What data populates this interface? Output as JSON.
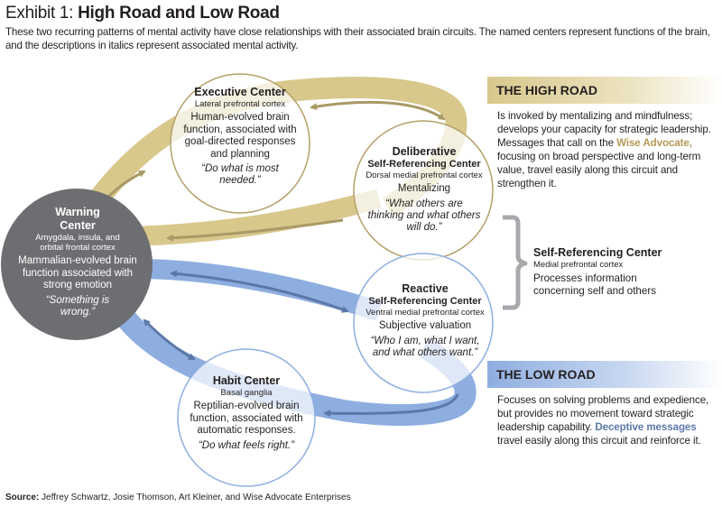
{
  "header": {
    "exhibit_label": "Exhibit 1: ",
    "title": "High Road and Low Road",
    "subtitle": "These two recurring patterns of mental activity have close relationships with their associated brain circuits. The named centers represent functions of the brain, and the descriptions in italics represent associated mental activity."
  },
  "colors": {
    "high_road": "#d8c88c",
    "high_road_arrow": "#a99a66",
    "low_road": "#8eaee0",
    "low_road_arrow": "#5c78a8",
    "warning_fill": "#6d6e71",
    "gold_ring": "#b5a06a",
    "blue_ring": "#8eaee0",
    "bracket": "#a7a9ac"
  },
  "nodes": {
    "executive": {
      "name": "Executive Center",
      "sub": "Lateral prefrontal cortex",
      "desc": "Human-evolved brain function, associated with goal-directed responses and planning",
      "quote": "“Do what is most needed.”"
    },
    "deliberative": {
      "name": "Deliberative",
      "name2": "Self-Referencing Center",
      "sub": "Dorsal medial prefrontal cortex",
      "desc": "Mentalizing",
      "quote": "“What others are thinking and what others will do.”"
    },
    "warning": {
      "name": "Warning Center",
      "sub": "Amygdala, insula, and orbital frontal cortex",
      "desc": "Mammalian-evolved brain function associated with strong emotion",
      "quote": "“Something is wrong.”"
    },
    "reactive": {
      "name": "Reactive",
      "name2": "Self-Referencing Center",
      "sub": "Ventral medial prefrontal cortex",
      "desc": "Subjective valuation",
      "quote": "“Who I am, what I want, and what others want.”"
    },
    "habit": {
      "name": "Habit Center",
      "sub": "Basal ganglia",
      "desc": "Reptilian-evolved brain function, associated with automatic responses.",
      "quote": "“Do what feels right.”"
    }
  },
  "high_road": {
    "heading": "THE HIGH ROAD",
    "body_part1": "Is invoked by mentalizing and mindfulness; develops your capacity for strategic leadership. Messages that call on the ",
    "highlight": "Wise Advocate,",
    "body_part2": " focusing on broad perspective and long-term value, travel easily along this circuit and strengthen it."
  },
  "self_referencing": {
    "name": "Self-Referencing Center",
    "sub": "Medial prefrontal cortex",
    "desc": "Processes information concerning self and others"
  },
  "low_road": {
    "heading": "THE LOW ROAD",
    "body_part1": "Focuses on solving problems and expedience, but provides no movement toward strategic leadership capability. ",
    "highlight": "Deceptive messages",
    "body_part2": " travel easily along this circuit and reinforce it."
  },
  "source": {
    "label": "Source:",
    "text": " Jeffrey Schwartz, Josie Thomson, Art Kleiner, and Wise Advocate Enterprises"
  }
}
